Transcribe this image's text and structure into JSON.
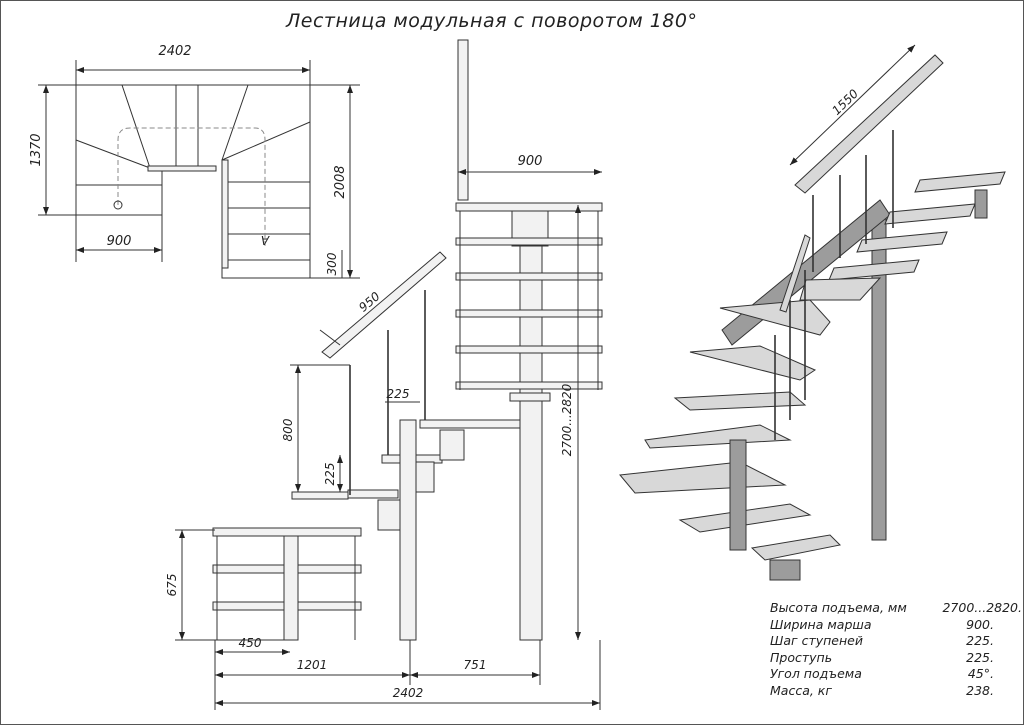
{
  "title": "Лестница модульная с поворотом 180°",
  "plan_view": {
    "dim_width": "2402",
    "dim_depth": "1370",
    "dim_length": "2008",
    "dim_march": "900",
    "dim_offset": "300",
    "arrow_label": "A"
  },
  "side_view": {
    "dim_top_width": "900",
    "dim_rail_upper": "950",
    "dim_height": "2700...2820",
    "dim_riser_vertical": "800",
    "dim_tread": "225",
    "dim_step": "225",
    "dim_landing_height": "675",
    "dim_offset": "450",
    "dim_left": "1201",
    "dim_right": "751",
    "dim_total": "2402"
  },
  "iso_view": {
    "dim_rail": "1550"
  },
  "specs": [
    {
      "label": "Высота подъема, мм",
      "value": "2700...2820."
    },
    {
      "label": "Ширина марша",
      "value": "900."
    },
    {
      "label": "Шаг ступеней",
      "value": "225."
    },
    {
      "label": "Проступь",
      "value": "225."
    },
    {
      "label": "Угол подъема",
      "value": "45°."
    },
    {
      "label": "Масса, кг",
      "value": "238."
    }
  ]
}
